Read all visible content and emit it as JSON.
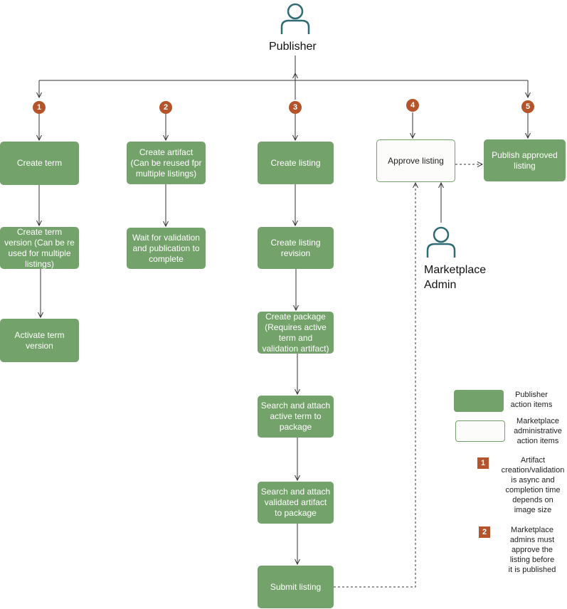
{
  "actors": {
    "publisher": "Publisher",
    "marketplace_admin": "Marketplace\nAdmin"
  },
  "steps": [
    "1",
    "2",
    "3",
    "4",
    "5"
  ],
  "boxes": {
    "create_term": "Create term",
    "create_term_version": "Create term version (Can be re used for multiple listings)",
    "activate_term_version": "Activate term version",
    "create_artifact": "Create artifact (Can be reused fpr multiple listings)",
    "wait_validation": "Wait for validation and publication to complete",
    "create_listing": "Create listing",
    "create_listing_revision": "Create listing revision",
    "create_package": "Create package (Requires active term and validation artifact)",
    "search_attach_term": "Search and attach active term to package",
    "search_attach_artifact": "Search and attach validated artifact to package",
    "submit_listing": "Submit listing",
    "approve_listing": "Approve listing",
    "publish_approved_listing": "Publish approved listing"
  },
  "legend": {
    "publisher_items": "Publisher\naction items",
    "admin_items": "Marketplace\nadministrative\naction items",
    "note1_number": "1",
    "note1_text": "Artifact\ncreation/validation\nis async and\ncompletion time\ndepends on\nimage size",
    "note2_number": "2",
    "note2_text": "Marketplace\nadmins must\napprove the\nlisting before\nit is published"
  },
  "colors": {
    "publisher_action": "#74a26b",
    "admin_action_fill": "#fcfcfa",
    "step_badge": "#b5542a",
    "person_icon": "#2f6b73"
  },
  "icons": [
    "person-icon"
  ]
}
